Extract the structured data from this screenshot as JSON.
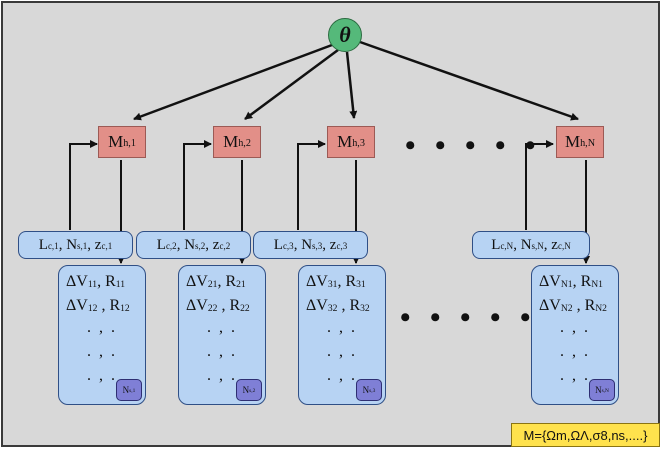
{
  "root": {
    "symbol": "θ"
  },
  "halos": [
    {
      "base": "M",
      "sub": "h,1"
    },
    {
      "base": "M",
      "sub": "h,2"
    },
    {
      "base": "M",
      "sub": "h,3"
    },
    {
      "base": "M",
      "sub": "h,N"
    }
  ],
  "param_boxes": [
    {
      "l": "L",
      "l_sub": "c,1",
      "n": "N",
      "n_sub": "s,1",
      "z": "z",
      "z_sub": "c,1"
    },
    {
      "l": "L",
      "l_sub": "c,2",
      "n": "N",
      "n_sub": "s,2",
      "z": "z",
      "z_sub": "c,2"
    },
    {
      "l": "L",
      "l_sub": "c,3",
      "n": "N",
      "n_sub": "s,3",
      "z": "z",
      "z_sub": "c,3"
    },
    {
      "l": "L",
      "l_sub": "c,N",
      "n": "N",
      "n_sub": "s,N",
      "z": "z",
      "z_sub": "c,N"
    }
  ],
  "data_boxes": [
    {
      "row1_a": "ΔV",
      "row1_a_sub": "11",
      "row1_b": "R",
      "row1_b_sub": "11",
      "row2_a": "ΔV",
      "row2_a_sub": "12",
      "row2_b": "R",
      "row2_b_sub": "12",
      "badge": "N",
      "badge_sub": "s,1"
    },
    {
      "row1_a": "ΔV",
      "row1_a_sub": "21",
      "row1_b": "R",
      "row1_b_sub": "21",
      "row2_a": "ΔV",
      "row2_a_sub": "22",
      "row2_b": "R",
      "row2_b_sub": "22",
      "badge": "N",
      "badge_sub": "s,2"
    },
    {
      "row1_a": "ΔV",
      "row1_a_sub": "31",
      "row1_b": "R",
      "row1_b_sub": "31",
      "row2_a": "ΔV",
      "row2_a_sub": "32",
      "row2_b": "R",
      "row2_b_sub": "32",
      "badge": "N",
      "badge_sub": "s,3"
    },
    {
      "row1_a": "ΔV",
      "row1_a_sub": "N1",
      "row1_b": "R",
      "row1_b_sub": "N1",
      "row2_a": "ΔV",
      "row2_a_sub": "N2",
      "row2_b": "R",
      "row2_b_sub": "N2",
      "badge": "N",
      "badge_sub": "s,N"
    }
  ],
  "dot_row": ".  ,  .",
  "ellipsis": "• • • • •",
  "model_label": "M={Ωm,ΩΛ,σ8,ns,....}",
  "colors": {
    "panel": "#d8d8d8",
    "theta": "#55b97a",
    "halo": "#e28f88",
    "box": "#b7d3f3",
    "badge": "#7f7fd6",
    "model": "#ffe24d"
  }
}
